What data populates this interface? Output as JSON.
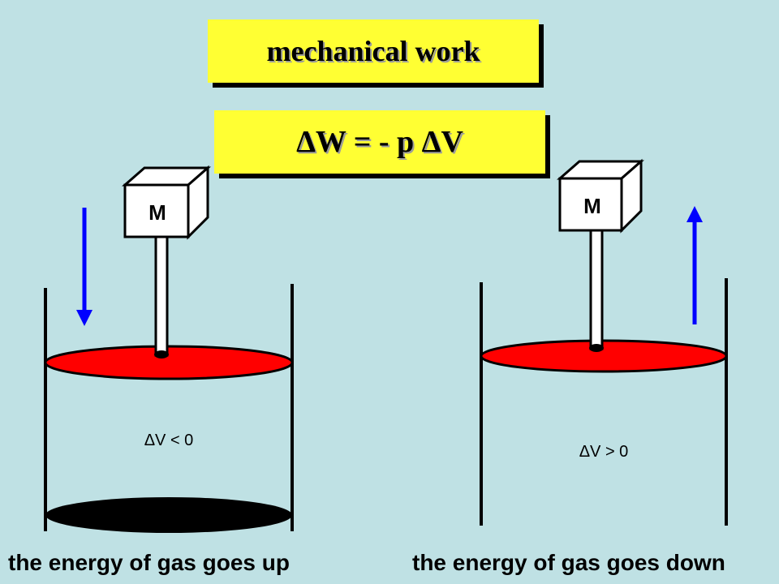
{
  "title": "mechanical work",
  "formula": "ΔW = - p ΔV",
  "left": {
    "mass_label": "M",
    "volume_label": "ΔV < 0",
    "caption": "the energy of gas goes up"
  },
  "right": {
    "mass_label": "M",
    "volume_label": "ΔV > 0",
    "caption": "the energy of gas goes down"
  },
  "colors": {
    "background": "#bfe1e4",
    "title_box": "#ffff33",
    "piston": "#ff0000",
    "arrow": "#0000ff",
    "base": "#000000"
  }
}
